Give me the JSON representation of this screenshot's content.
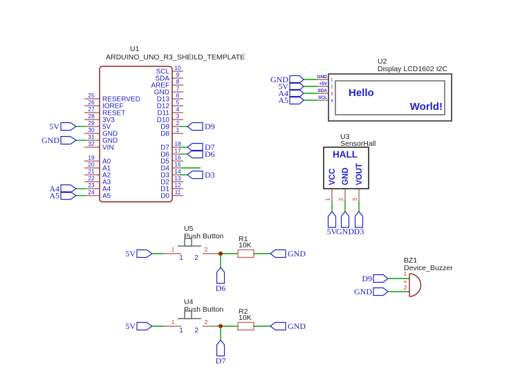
{
  "colors": {
    "outline": "#8B2323",
    "wire": "#00A000",
    "blue": "#2121CC",
    "junction": "#CC0000",
    "res": "#C46868",
    "gray": "#666666",
    "lcd-outer": "#5a5a5a",
    "lcd-inner": "#8a8a8a",
    "hall-box": "#3a3a3a",
    "label": "#222222",
    "rednum": "#A04040",
    "bg": "#ffffff"
  },
  "u1": {
    "ref": "U1",
    "name": "ARDUINO_UNO_R3_SHEILD_TEMPLATE",
    "left_pins": [
      {
        "num": "25",
        "name": "RESERVED"
      },
      {
        "num": "26",
        "name": "IOREF"
      },
      {
        "num": "27",
        "name": "RESET"
      },
      {
        "num": "28",
        "name": "3V3"
      },
      {
        "num": "29",
        "name": "5V",
        "flag": "5V"
      },
      {
        "num": "30",
        "name": "GND"
      },
      {
        "num": "31",
        "name": "GND",
        "flag": "GND"
      },
      {
        "num": "32",
        "name": "VIN"
      },
      {
        "num": "19",
        "name": "A0"
      },
      {
        "num": "20",
        "name": "A1"
      },
      {
        "num": "21",
        "name": "A2"
      },
      {
        "num": "22",
        "name": "A3"
      },
      {
        "num": "23",
        "name": "A4",
        "flag": "A4"
      },
      {
        "num": "24",
        "name": "A5",
        "flag": "A5"
      }
    ],
    "right_pins": [
      {
        "num": "10",
        "name": "SCL"
      },
      {
        "num": "9",
        "name": "SDA"
      },
      {
        "num": "8",
        "name": "AREF"
      },
      {
        "num": "7",
        "name": "GND"
      },
      {
        "num": "6",
        "name": "D13"
      },
      {
        "num": "5",
        "name": "D12"
      },
      {
        "num": "4",
        "name": "D11"
      },
      {
        "num": "3",
        "name": "D10"
      },
      {
        "num": "2",
        "name": "D9",
        "flag": "D9"
      },
      {
        "num": "1",
        "name": "D8"
      },
      {
        "num": "18",
        "name": "D7",
        "flag": "D7"
      },
      {
        "num": "17",
        "name": "D6",
        "flag": "D6"
      },
      {
        "num": "16",
        "name": "D5"
      },
      {
        "num": "15",
        "name": "D4"
      },
      {
        "num": "14",
        "name": "D3",
        "flag": "D3"
      },
      {
        "num": "13",
        "name": "D2"
      },
      {
        "num": "12",
        "name": "D1"
      },
      {
        "num": "11",
        "name": "D0"
      }
    ]
  },
  "u2": {
    "ref": "U2",
    "name": "Display LCD1602 I2C",
    "screen_line1": "Hello",
    "screen_line2": "World!",
    "pins": [
      {
        "num": "1",
        "name": "GND",
        "flag": "GND"
      },
      {
        "num": "2",
        "name": "+5V",
        "flag": "5V"
      },
      {
        "num": "3",
        "name": "SDA",
        "flag": "A4"
      },
      {
        "num": "4",
        "name": "SCL",
        "flag": "A5"
      }
    ]
  },
  "u3": {
    "ref": "U3",
    "name": "SensorHall",
    "title": "HALL",
    "pins": [
      {
        "num": "1",
        "name": "VCC",
        "flag": "5V"
      },
      {
        "num": "2",
        "name": "GND",
        "flag": "GND"
      },
      {
        "num": "3",
        "name": "VOUT",
        "flag": "D3"
      }
    ]
  },
  "u5": {
    "ref": "U5",
    "name": "Push Button",
    "pin1_num": "1",
    "pin1_name": "1",
    "pin2_num": "2",
    "pin2_name": "2",
    "left_flag": "5V",
    "junction_flag": "D6",
    "right_flag": "GND",
    "resistor_ref": "R1",
    "resistor_value": "10K"
  },
  "u4": {
    "ref": "U4",
    "name": "Push Button",
    "pin1_num": "1",
    "pin1_name": "1",
    "pin2_num": "2",
    "pin2_name": "2",
    "left_flag": "5V",
    "junction_flag": "D7",
    "right_flag": "GND",
    "resistor_ref": "R2",
    "resistor_value": "10K"
  },
  "bz1": {
    "ref": "BZ1",
    "name": "Device_Buzzer",
    "pin1_num": "1",
    "pin2_num": "2",
    "plus": "+",
    "flag1": "D9",
    "flag2": "GND"
  }
}
